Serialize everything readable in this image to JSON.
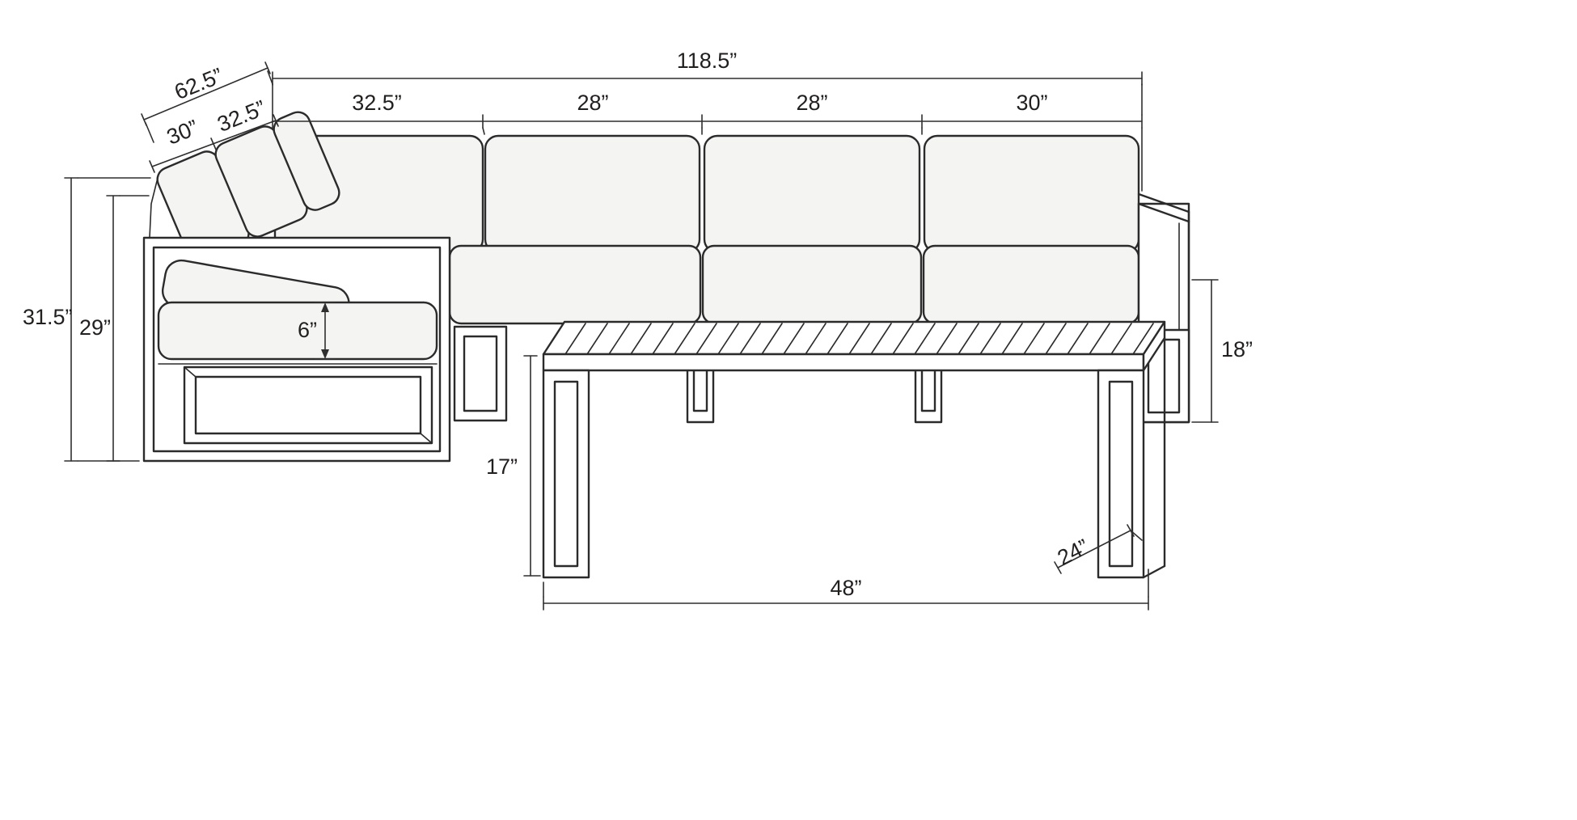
{
  "diagram": {
    "kind": "furniture dimension drawing",
    "subject": "outdoor sectional sofa with corner module and slatted coffee table",
    "colors": {
      "line": "#2b2b2b",
      "cushion_fill": "#f4f4f3",
      "background": "#ffffff"
    }
  },
  "dims": {
    "total_width": "118.5”",
    "corner_depth_total": "62.5”",
    "cushion_1_width": "32.5”",
    "cushion_2_width": "28”",
    "cushion_3_width": "28”",
    "cushion_4_width": "30”",
    "corner_back_width": "30”",
    "corner_side_width": "32.5”",
    "total_height": "31.5”",
    "back_height": "29”",
    "seat_cushion_thickness": "6”",
    "table_height": "17”",
    "arm_height": "18”",
    "table_depth": "24”",
    "table_length": "48”"
  }
}
